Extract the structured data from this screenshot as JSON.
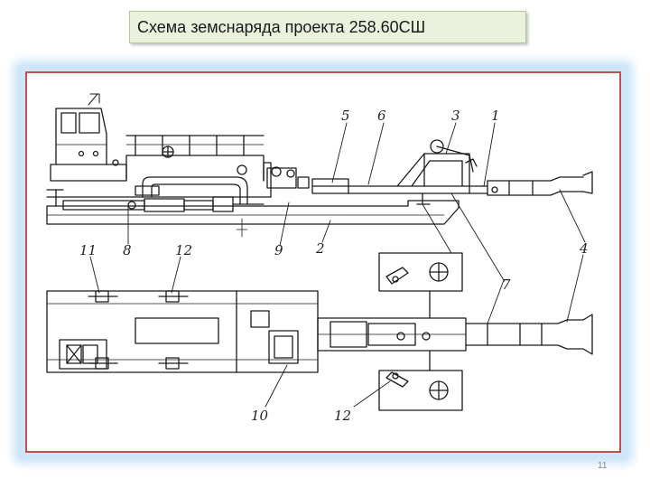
{
  "slide": {
    "title": "Схема земснаряда проекта 258.60СШ",
    "page_number": "11"
  },
  "callouts": {
    "c1": "1",
    "c2": "2",
    "c3": "3",
    "c4": "4",
    "c5": "5",
    "c6": "6",
    "c7": "7",
    "c8": "8",
    "c9": "9",
    "c10": "10",
    "c11": "11",
    "c12a": "12",
    "c12b": "12"
  },
  "colors": {
    "frame_border": "#c0504d",
    "title_bg": "#eaf1dd",
    "glow": "#cfe6f8",
    "line": "#1a1a1a"
  }
}
